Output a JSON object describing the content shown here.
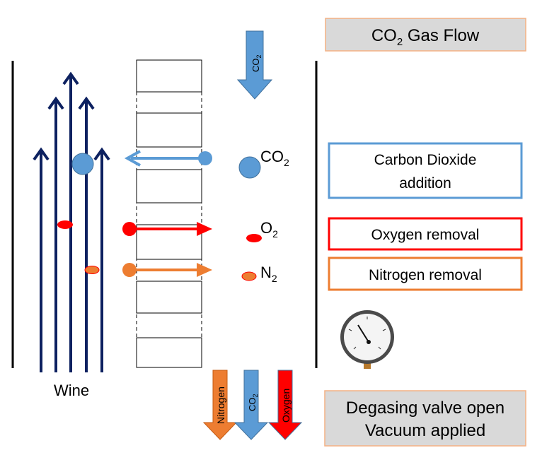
{
  "title_box": {
    "main": "CO",
    "sub": "2",
    "rest": " Gas Flow"
  },
  "top_arrow": {
    "main": "CO",
    "sub": "2"
  },
  "wine_label": "Wine",
  "gases": {
    "co2": {
      "main": "CO",
      "sub": "2"
    },
    "o2": {
      "main": "O",
      "sub": "2"
    },
    "n2": {
      "main": "N",
      "sub": "2"
    }
  },
  "legend": {
    "co2_line1": "Carbon Dioxide",
    "co2_line2": "addition",
    "oxygen": "Oxygen removal",
    "nitrogen": "Nitrogen removal"
  },
  "bottom_arrows": {
    "nitrogen": "Nitrogen",
    "co2_main": "CO",
    "co2_sub": "2",
    "oxygen": "Oxygen"
  },
  "valve_box": {
    "line1": "Degasing valve open",
    "line2": "Vacuum applied"
  },
  "gauge_icon": "pressure-gauge-icon",
  "colors": {
    "wine_arrows": "#0d2160",
    "co2": "#5b9bd5",
    "oxygen": "#ff0000",
    "nitrogen": "#ed7d31",
    "box_fill": "#d9d9d9",
    "box_border": "#f4b183"
  }
}
